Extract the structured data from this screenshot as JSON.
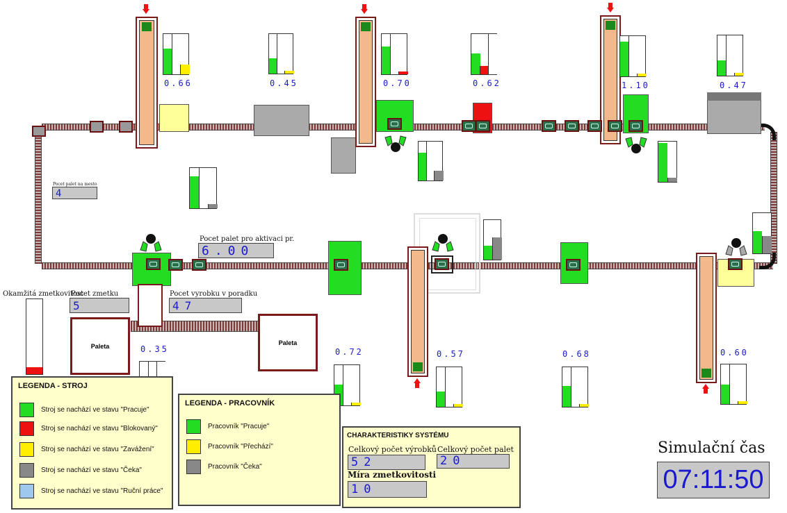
{
  "utilizations": [
    "0.66",
    "0.45",
    "0.70",
    "0.62",
    "1.10",
    "0.47",
    "0.35",
    "0.72",
    "0.57",
    "0.68",
    "0.60"
  ],
  "fields": {
    "pallets_per_place_label": "Pocet palet na mesto",
    "pallets_per_place_value": "4",
    "activation_label": "Pocet palet pro aktivaci pr.",
    "activation_value": "6.00",
    "instant_scrap_label": "Okamžitá zmetkovitost",
    "scrap_count_label": "Pocet zmetku",
    "scrap_count_value": "5",
    "good_count_label": "Pocet vyrobku v poradku",
    "good_count_value": "47"
  },
  "paleta_labels": [
    "Paleta",
    "Paleta"
  ],
  "legend_machine": {
    "title": "LEGENDA - STROJ",
    "items": [
      {
        "label": "Stroj se nachází ve stavu \"Pracuje\"",
        "color": "#22dd22"
      },
      {
        "label": "Stroj se nachází ve stavu \"Blokovaný\"",
        "color": "#ee1111"
      },
      {
        "label": "Stroj se nachází ve stavu \"Zavážení\"",
        "color": "#ffee00"
      },
      {
        "label": "Stroj se nachází ve stavu \"Čeka\"",
        "color": "#888888"
      },
      {
        "label": "Stroj se nachází ve stavu \"Ruční práce\"",
        "color": "#9ec8ee"
      }
    ]
  },
  "legend_worker": {
    "title": "LEGENDA - PRACOVNÍK",
    "items": [
      {
        "label": "Pracovník \"Pracuje\"",
        "color": "#22dd22"
      },
      {
        "label": "Pracovník \"Přechází\"",
        "color": "#ffee00"
      },
      {
        "label": "Pracovník \"Čeka\"",
        "color": "#888888"
      }
    ]
  },
  "system": {
    "title": "CHARAKTERISTIKY SYSTÉMU",
    "total_products_label": "Celkový počet výrobků",
    "total_products_value": "52",
    "total_pallets_label": "Celkový počet palet",
    "total_pallets_value": "20",
    "scrap_rate_label": "Míra zmetkovitosti",
    "scrap_rate_value": "10"
  },
  "clock": {
    "label": "Simulační čas",
    "value": "07:11:50"
  },
  "colors": {
    "working": "#22dd22",
    "blocked": "#ee1111",
    "loading": "#ffee00",
    "waiting": "#888888",
    "manual": "#9ec8ee",
    "track": "#7a3a3a",
    "store": "#f4b98a",
    "text_blue": "#1a1acc"
  }
}
